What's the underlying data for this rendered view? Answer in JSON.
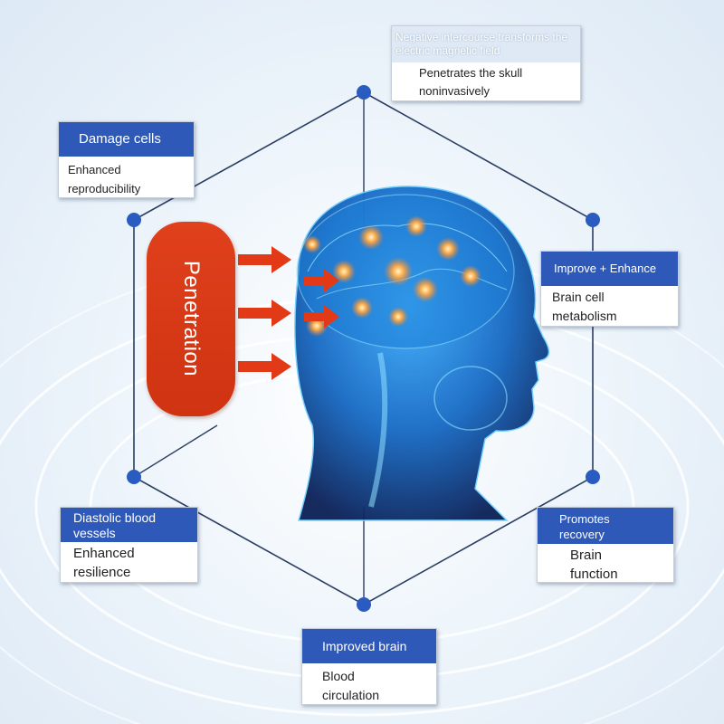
{
  "center_label": "Penetration",
  "colors": {
    "header_blue": "#2f59b8",
    "node_blue": "#2a5bc0",
    "pill_red": "#d63a15",
    "arrow_red": "#e23a17",
    "brain_glow": "#ff9a3c",
    "head_blue": "#1e8fe0"
  },
  "cards": {
    "top": {
      "header": "Negative intercourse transforms the electric magnetic field",
      "body": [
        "Penetrates the skull",
        "noninvasively"
      ]
    },
    "top_left": {
      "header": "Damage cells",
      "body": [
        "Enhanced",
        "reproducibility"
      ]
    },
    "right": {
      "header": "Improve + Enhance",
      "body": [
        "Brain cell",
        "metabolism"
      ]
    },
    "bottom_left": {
      "header": "Diastolic blood vessels",
      "body": [
        "Enhanced",
        "resilience"
      ]
    },
    "bottom_right": {
      "header": "Promotes recovery",
      "body": [
        "Brain",
        "function"
      ]
    },
    "bottom": {
      "header": "Improved brain",
      "body": [
        "Blood",
        "circulation"
      ]
    }
  },
  "icons": [
    "hexagon-frame",
    "arrow-right-icon",
    "brain-head-illustration",
    "node-dot-icon"
  ]
}
